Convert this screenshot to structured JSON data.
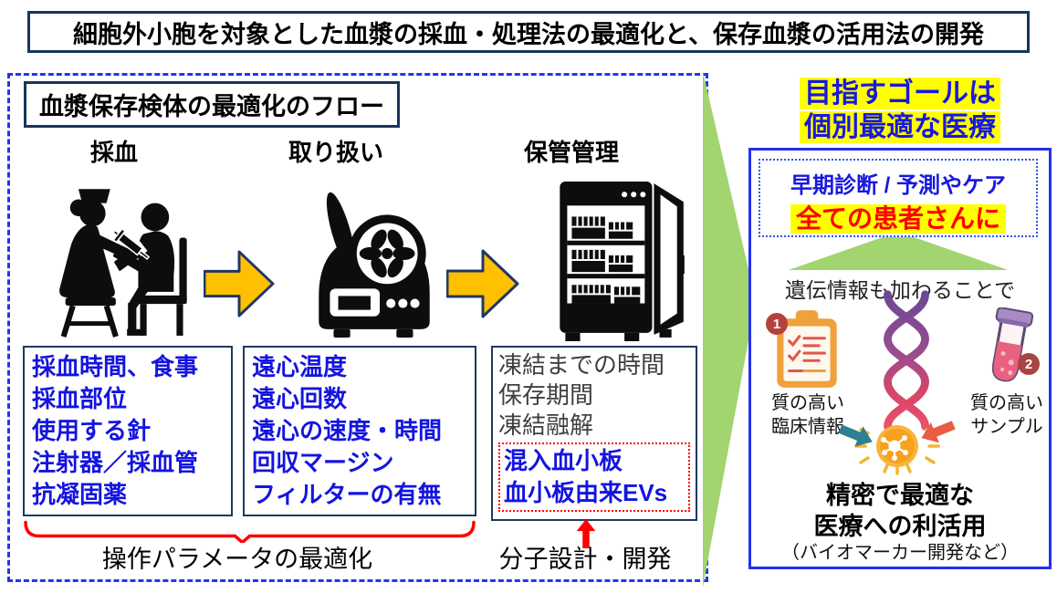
{
  "title": "細胞外小胞を対象とした血漿の採血・処理法の最適化と、保存血漿の活用法の開発",
  "flow": {
    "heading": "血漿保存検体の最適化のフロー",
    "steps": [
      {
        "label": "採血",
        "icon": "blood-draw-pictogram"
      },
      {
        "label": "取り扱い",
        "icon": "centrifuge-pictogram"
      },
      {
        "label": "保管管理",
        "icon": "lab-freezer-pictogram"
      }
    ],
    "param_boxes": [
      {
        "items": [
          "採血時間、食事",
          "採血部位",
          "使用する針",
          "注射器／採血管",
          "抗凝固薬"
        ]
      },
      {
        "items": [
          "遠心温度",
          "遠心回数",
          "遠心の速度・時間",
          "回収マージン",
          "フィルターの有無"
        ]
      },
      {
        "items": [
          "凍結までの時間",
          "保存期間",
          "凍結融解"
        ],
        "highlight_items": [
          "混入血小板",
          "血小板由来EVs"
        ]
      }
    ],
    "brace_label": "操作パラメータの最適化",
    "arrow_label": "分子設計・開発"
  },
  "goal": {
    "line1": "目指すゴールは",
    "line2": "個別最適な医療"
  },
  "outcome": {
    "diagnosis": "早期診断 / 予測やケア",
    "patients": "全ての患者さんに",
    "genetic": "遺伝情報も加わることで",
    "badge1": "1",
    "badge2": "2",
    "label_clinical_1": "質の高い",
    "label_clinical_2": "臨床情報",
    "label_sample_1": "質の高い",
    "label_sample_2": "サンプル",
    "result_line1": "精密で最適な",
    "result_line2": "医療への利活用",
    "result_line3": "（バイオマーカー開発など）"
  },
  "icons": {
    "blood_draw": "blood-draw-pictogram",
    "flow_arrow": "flow-arrow-right",
    "centrifuge": "centrifuge-pictogram",
    "freezer": "lab-freezer-pictogram",
    "clipboard": "clinical-checklist-icon",
    "dna": "dna-helix-icon",
    "test_tube": "blood-sample-tube-icon",
    "ev_particle": "extracellular-vesicle-icon"
  },
  "colors": {
    "accent_blue_text": "#1414DF",
    "navy_border": "#1F3864",
    "panel_dashed_blue": "#2135F5",
    "goal_box_blue": "#2430F0",
    "highlight_yellow": "#FFFF00",
    "alert_red": "#FF0000",
    "flow_arrow_gold": "#FFC000",
    "triangle_green": "#A2D46F",
    "ev_orange": "#F6A21E",
    "teal_arrow": "#2E7F8F",
    "coral_arrow": "#E85C41",
    "clipboard_orange": "#EFA13B",
    "gray_text": "#3F3F3F"
  }
}
